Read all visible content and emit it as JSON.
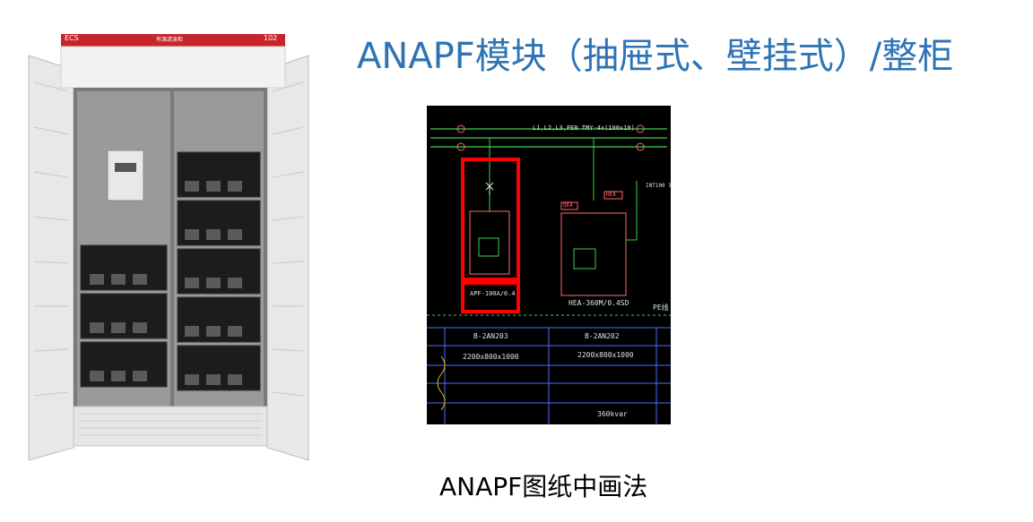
{
  "title": "ANAPF模块（抽屉式、壁挂式）/整柜",
  "caption": "ANAPF图纸中画法",
  "cabinet": {
    "header_left": "ECS",
    "header_mid": "有源滤波柜",
    "header_right": "102"
  },
  "drawing": {
    "busbar_label": "L1,L2,L3,PEN TMY-4x(100x10)",
    "left_module": "APF-100A/0.4",
    "right_module": "HEA-360M/0.4SD",
    "hea_tag": "HEA",
    "breaker_tag": "QEA",
    "side_label": "INT100 3",
    "pe_label": "PE线",
    "col1_name": "B-2AN203",
    "col2_name": "B-2AN202",
    "col1_size": "2200x800x1000",
    "col2_size": "2200x800x1000",
    "capacity": "360kvar"
  },
  "colors": {
    "title_blue": "#2e74b5",
    "highlight_red": "#ff0000",
    "cad_green": "#3cd04a",
    "cad_blue": "#4b6cff"
  }
}
